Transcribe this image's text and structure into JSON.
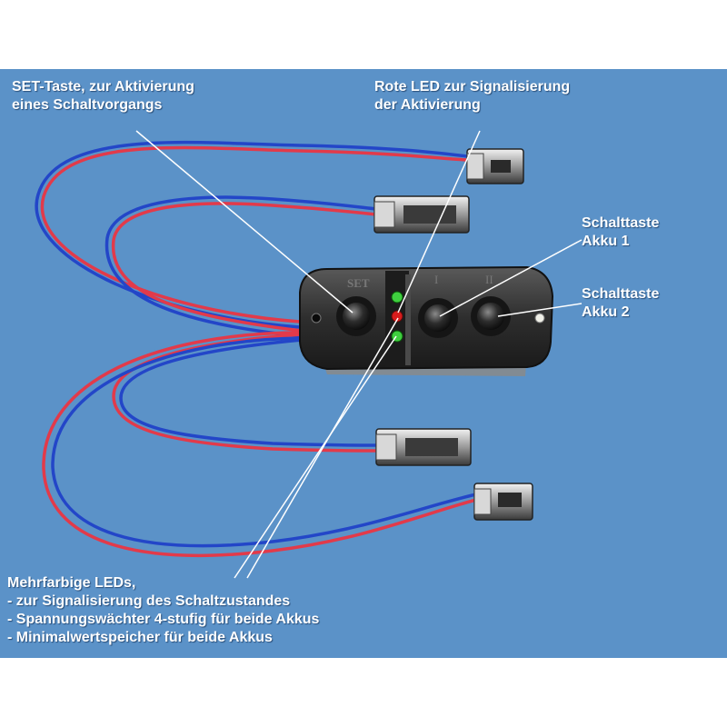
{
  "callouts": {
    "set_key": {
      "line1": "SET-Taste, zur Aktivierung",
      "line2": "eines Schaltvorgangs"
    },
    "red_led": {
      "line1": "Rote LED zur Signalisierung",
      "line2": "der Aktivierung"
    },
    "switch_1": {
      "line1": "Schalttaste",
      "line2": "Akku 1"
    },
    "switch_2": {
      "line1": "Schalttaste",
      "line2": "Akku 2"
    },
    "multicolor_leds": {
      "line1": "Mehrfarbige LEDs,",
      "line2": "- zur Signalisierung des Schaltzustandes",
      "line3": "- Spannungswächter 4-stufig für beide Akkus",
      "line4": "- Minimalwertspeicher für beide Akkus"
    }
  },
  "device": {
    "set_marking": "SET",
    "button_1_marking": "I",
    "button_2_marking": "II"
  },
  "colors": {
    "background": "#5b92c8",
    "wire_red": "#e23a4a",
    "wire_blue": "#2346c8",
    "led_green": "#3fcf3f",
    "led_red": "#d81c1c",
    "callout_line": "#ffffff"
  }
}
